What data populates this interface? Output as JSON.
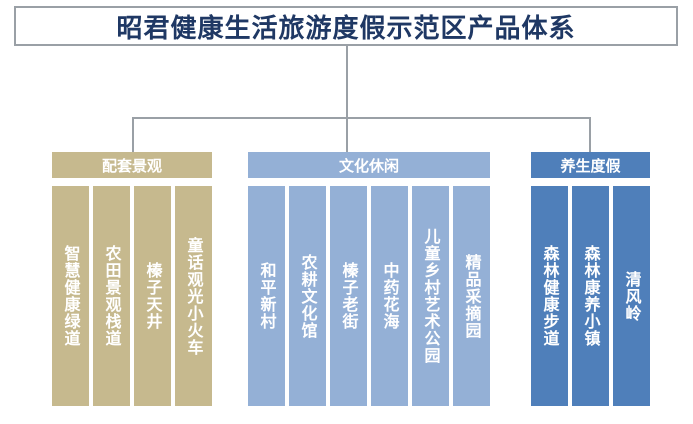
{
  "title": "昭君健康生活旅游度假示范区产品体系",
  "categories": [
    {
      "label": "配套景观",
      "color": "#c6b98e",
      "items": [
        "智慧健康绿道",
        "农田景观栈道",
        "榛子天井",
        "童话观光小火车"
      ]
    },
    {
      "label": "文化休闲",
      "color": "#94b0d6",
      "items": [
        "和平新村",
        "农耕文化馆",
        "榛子老街",
        "中药花海",
        "儿童乡村艺术公园",
        "精品采摘园"
      ]
    },
    {
      "label": "养生度假",
      "color": "#4f7fba",
      "items": [
        "森林健康步道",
        "森林康养小镇",
        "清风岭"
      ]
    }
  ]
}
